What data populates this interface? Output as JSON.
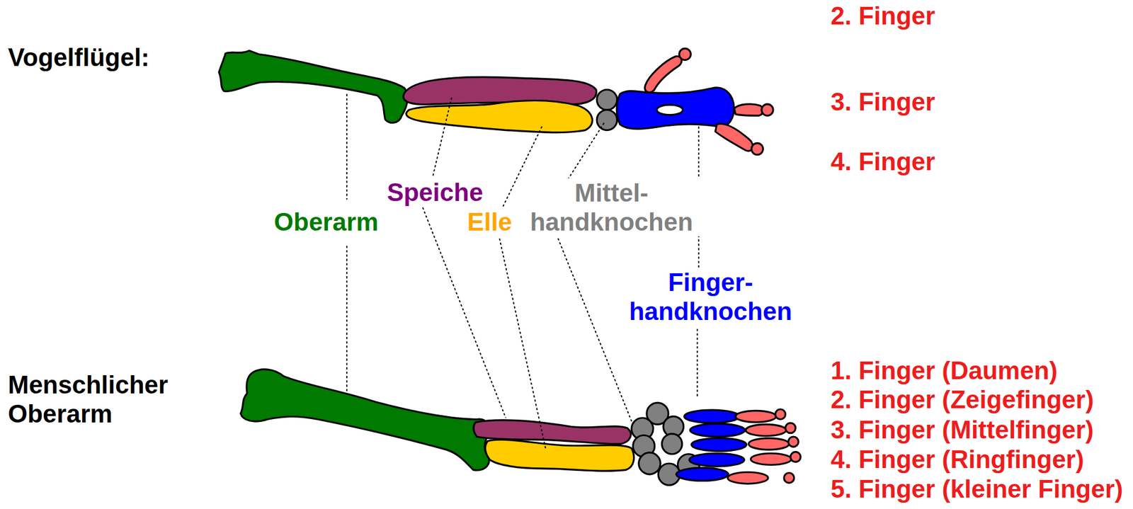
{
  "diagram": {
    "labels": [
      "2. Finger",
      "Vogelflügel:",
      "3. Finger",
      "4. Finger",
      "Speiche",
      "Mittel- handknochen",
      "Oberarm",
      "Elle",
      "Finger- handknochen",
      "Menschlicher Oberarm",
      "1. Finger (Daumen)",
      "2. Finger (Zeigefinger)",
      "3. Finger (Mittelfinger)",
      "4. Finger (Ringfinger)",
      "5. Finger (kleiner Finger)"
    ]
  }
}
